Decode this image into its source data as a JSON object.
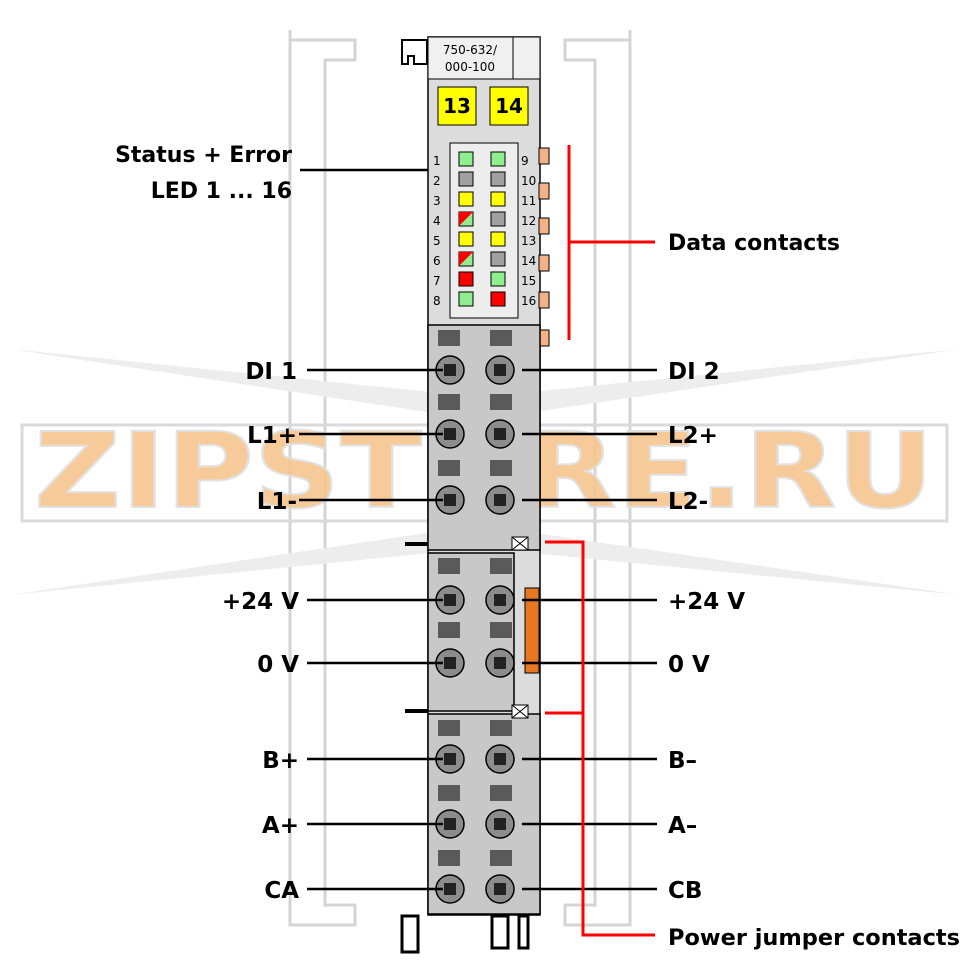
{
  "module": {
    "part_number_line1": "750-632/",
    "part_number_line2": "000-100",
    "marker_left": "13",
    "marker_right": "14",
    "led_numbers_left": [
      "1",
      "2",
      "3",
      "4",
      "5",
      "6",
      "7",
      "8"
    ],
    "led_numbers_right": [
      "9",
      "10",
      "11",
      "12",
      "13",
      "14",
      "15",
      "16"
    ]
  },
  "labels": {
    "status_line1": "Status + Error",
    "status_line2": "LED 1 ... 16",
    "data_contacts": "Data contacts",
    "power_jumper_contacts": "Power jumper contacts"
  },
  "terminals": {
    "left": [
      "DI 1",
      "L1+",
      "L1-",
      "+24 V",
      "0 V",
      "B+",
      "A+",
      "CA"
    ],
    "right": [
      "DI 2",
      "L2+",
      "L2-",
      "+24 V",
      "0 V",
      "B–",
      "A–",
      "CB"
    ]
  },
  "watermark": {
    "text": "ZIPSTORE.RU"
  },
  "colors": {
    "module_body": "#dcdcdc",
    "contact_block": "#c8c8c8",
    "marker_yellow": "#ffff00",
    "led_green": "#90ee90",
    "led_yellow": "#ffff00",
    "led_gray": "#a0a0a0",
    "led_red": "#ff0000",
    "data_contact": "#f4b183",
    "callout_red": "#ff0000",
    "power_jumper": "#e87722",
    "watermark_orange": "#f7c58f",
    "watermark_gray": "#c8c8c8"
  }
}
